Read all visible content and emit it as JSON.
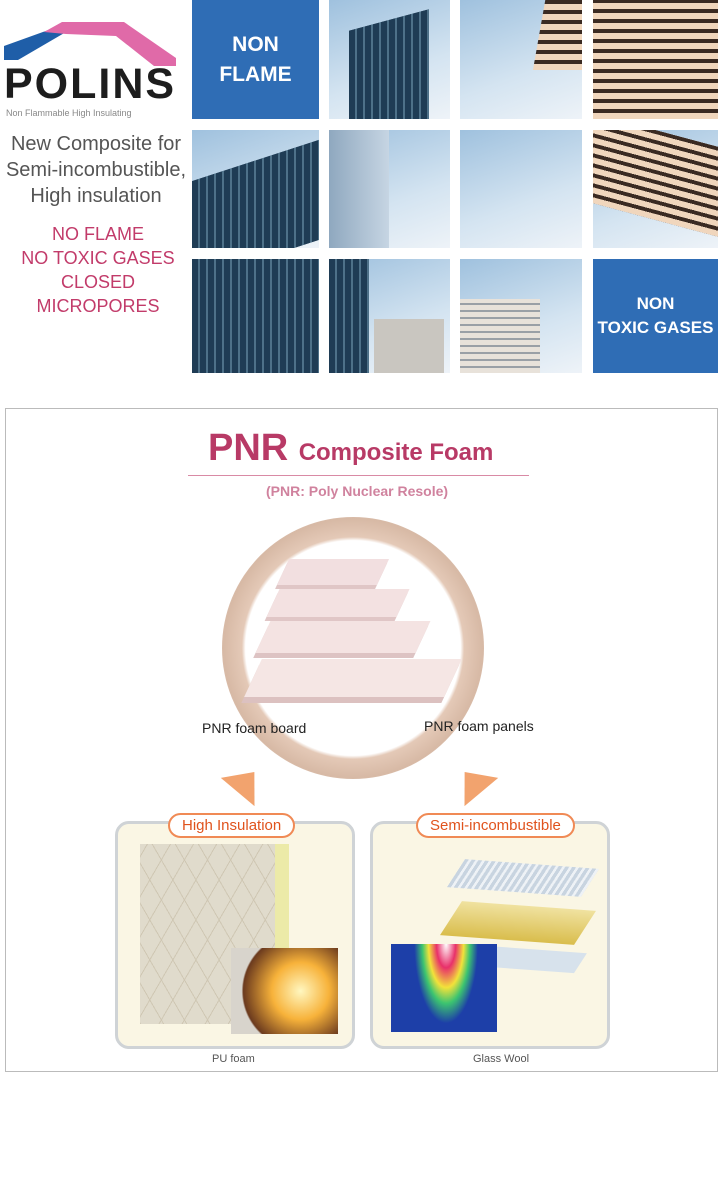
{
  "logo": {
    "name": "POLINS",
    "tagline": "Non Flammable High Insulating",
    "colors": {
      "pink": "#e06aa8",
      "blue": "#1f5ea8"
    }
  },
  "intro": {
    "lines": [
      "New Composite for",
      "Semi-incombustible,",
      "High insulation"
    ]
  },
  "features": [
    "NO FLAME",
    "NO TOXIC GASES",
    "CLOSED MICROPORES"
  ],
  "tiles": {
    "non_flame": [
      "NON",
      "FLAME"
    ],
    "non_toxic": [
      "NON",
      "TOXIC GASES"
    ]
  },
  "panel": {
    "title_strong": "PNR",
    "title_rest": "Composite Foam",
    "subtitle": "(PNR: Poly Nuclear Resole)",
    "label_board": "PNR foam board",
    "label_panels": "PNR foam panels",
    "cards": [
      {
        "badge": "High Insulation",
        "caption": "PU foam"
      },
      {
        "badge": "Semi-incombustible",
        "caption": "Glass Wool"
      }
    ],
    "accent": "#b83a66"
  }
}
